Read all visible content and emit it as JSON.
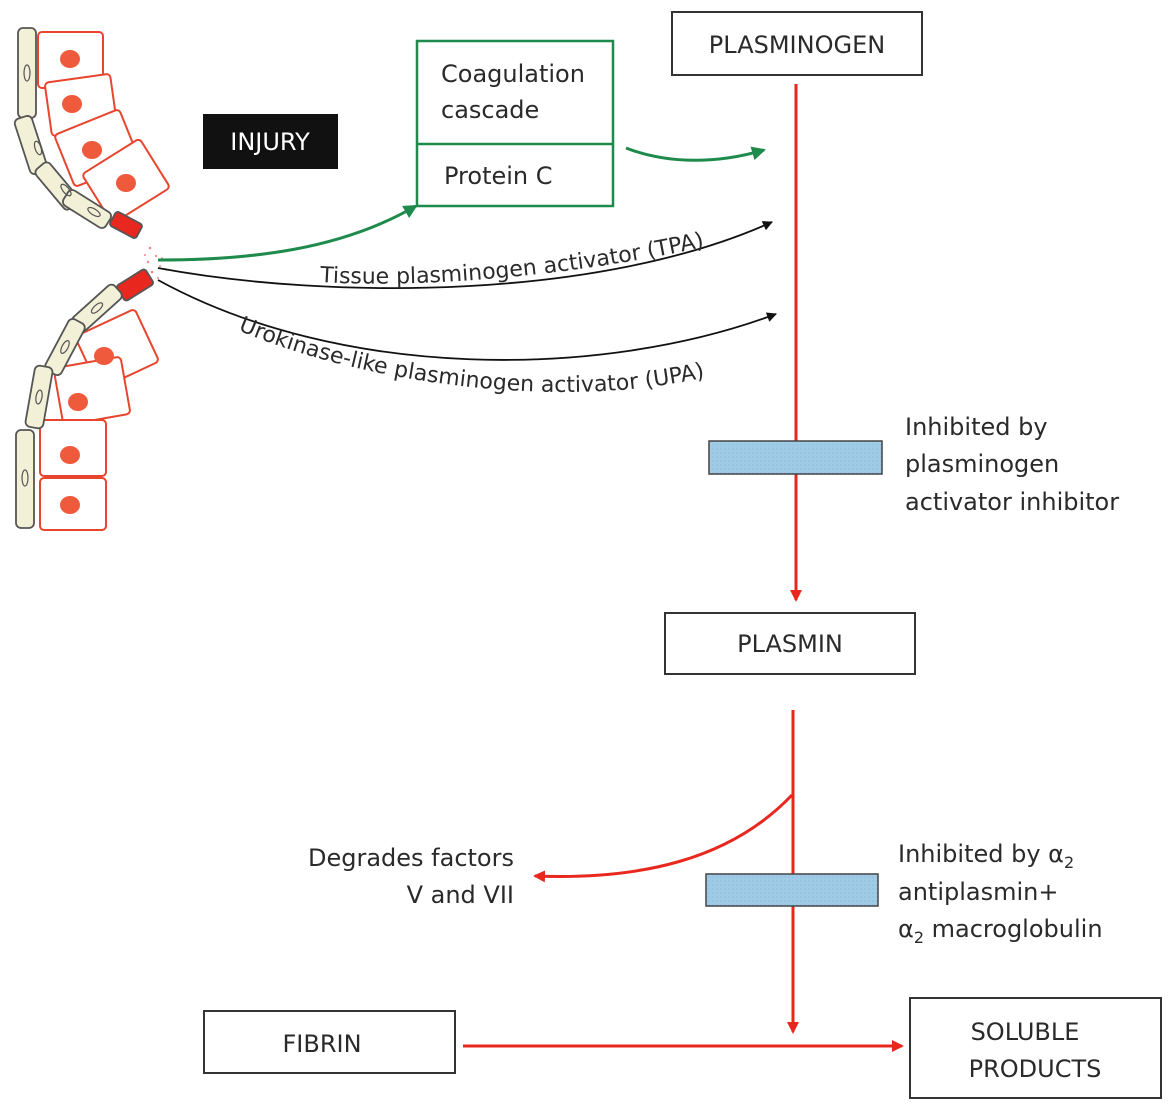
{
  "injury_label": "INJURY",
  "coagulation_box": {
    "line1": "Coagulation",
    "line2": "cascade",
    "protein_c": "Protein C"
  },
  "nodes": {
    "plasminogen": "PLASMINOGEN",
    "plasmin": "PLASMIN",
    "fibrin": "FIBRIN",
    "soluble_line1": "SOLUBLE",
    "soluble_line2": "PRODUCTS"
  },
  "arrows": {
    "tpa": "Tissue plasminogen activator (TPA)",
    "upa": "Urokinase-like plasminogen activator (UPA)"
  },
  "inhibitor_1": {
    "line1": "Inhibited by",
    "line2": "plasminogen",
    "line3": "activator inhibitor"
  },
  "inhibitor_2": {
    "line1": "Inhibited by α",
    "line1_sub": "2",
    "line2": "antiplasmin+",
    "line3_alpha": "α",
    "line3_sub": "2",
    "line3_rest": " macroglobulin"
  },
  "degrades": {
    "line1": "Degrades factors",
    "line2": "V and VII"
  },
  "colors": {
    "green": "#1e8a4c",
    "red": "#e8281e",
    "cell_fill": "#ffffff",
    "cell_stroke": "#e8452e",
    "nucleus": "#f05a3c",
    "endothelium_fill": "#f3f0d8",
    "inhibitor_fill": "#9fcbe6",
    "injury_bg": "#111111"
  }
}
